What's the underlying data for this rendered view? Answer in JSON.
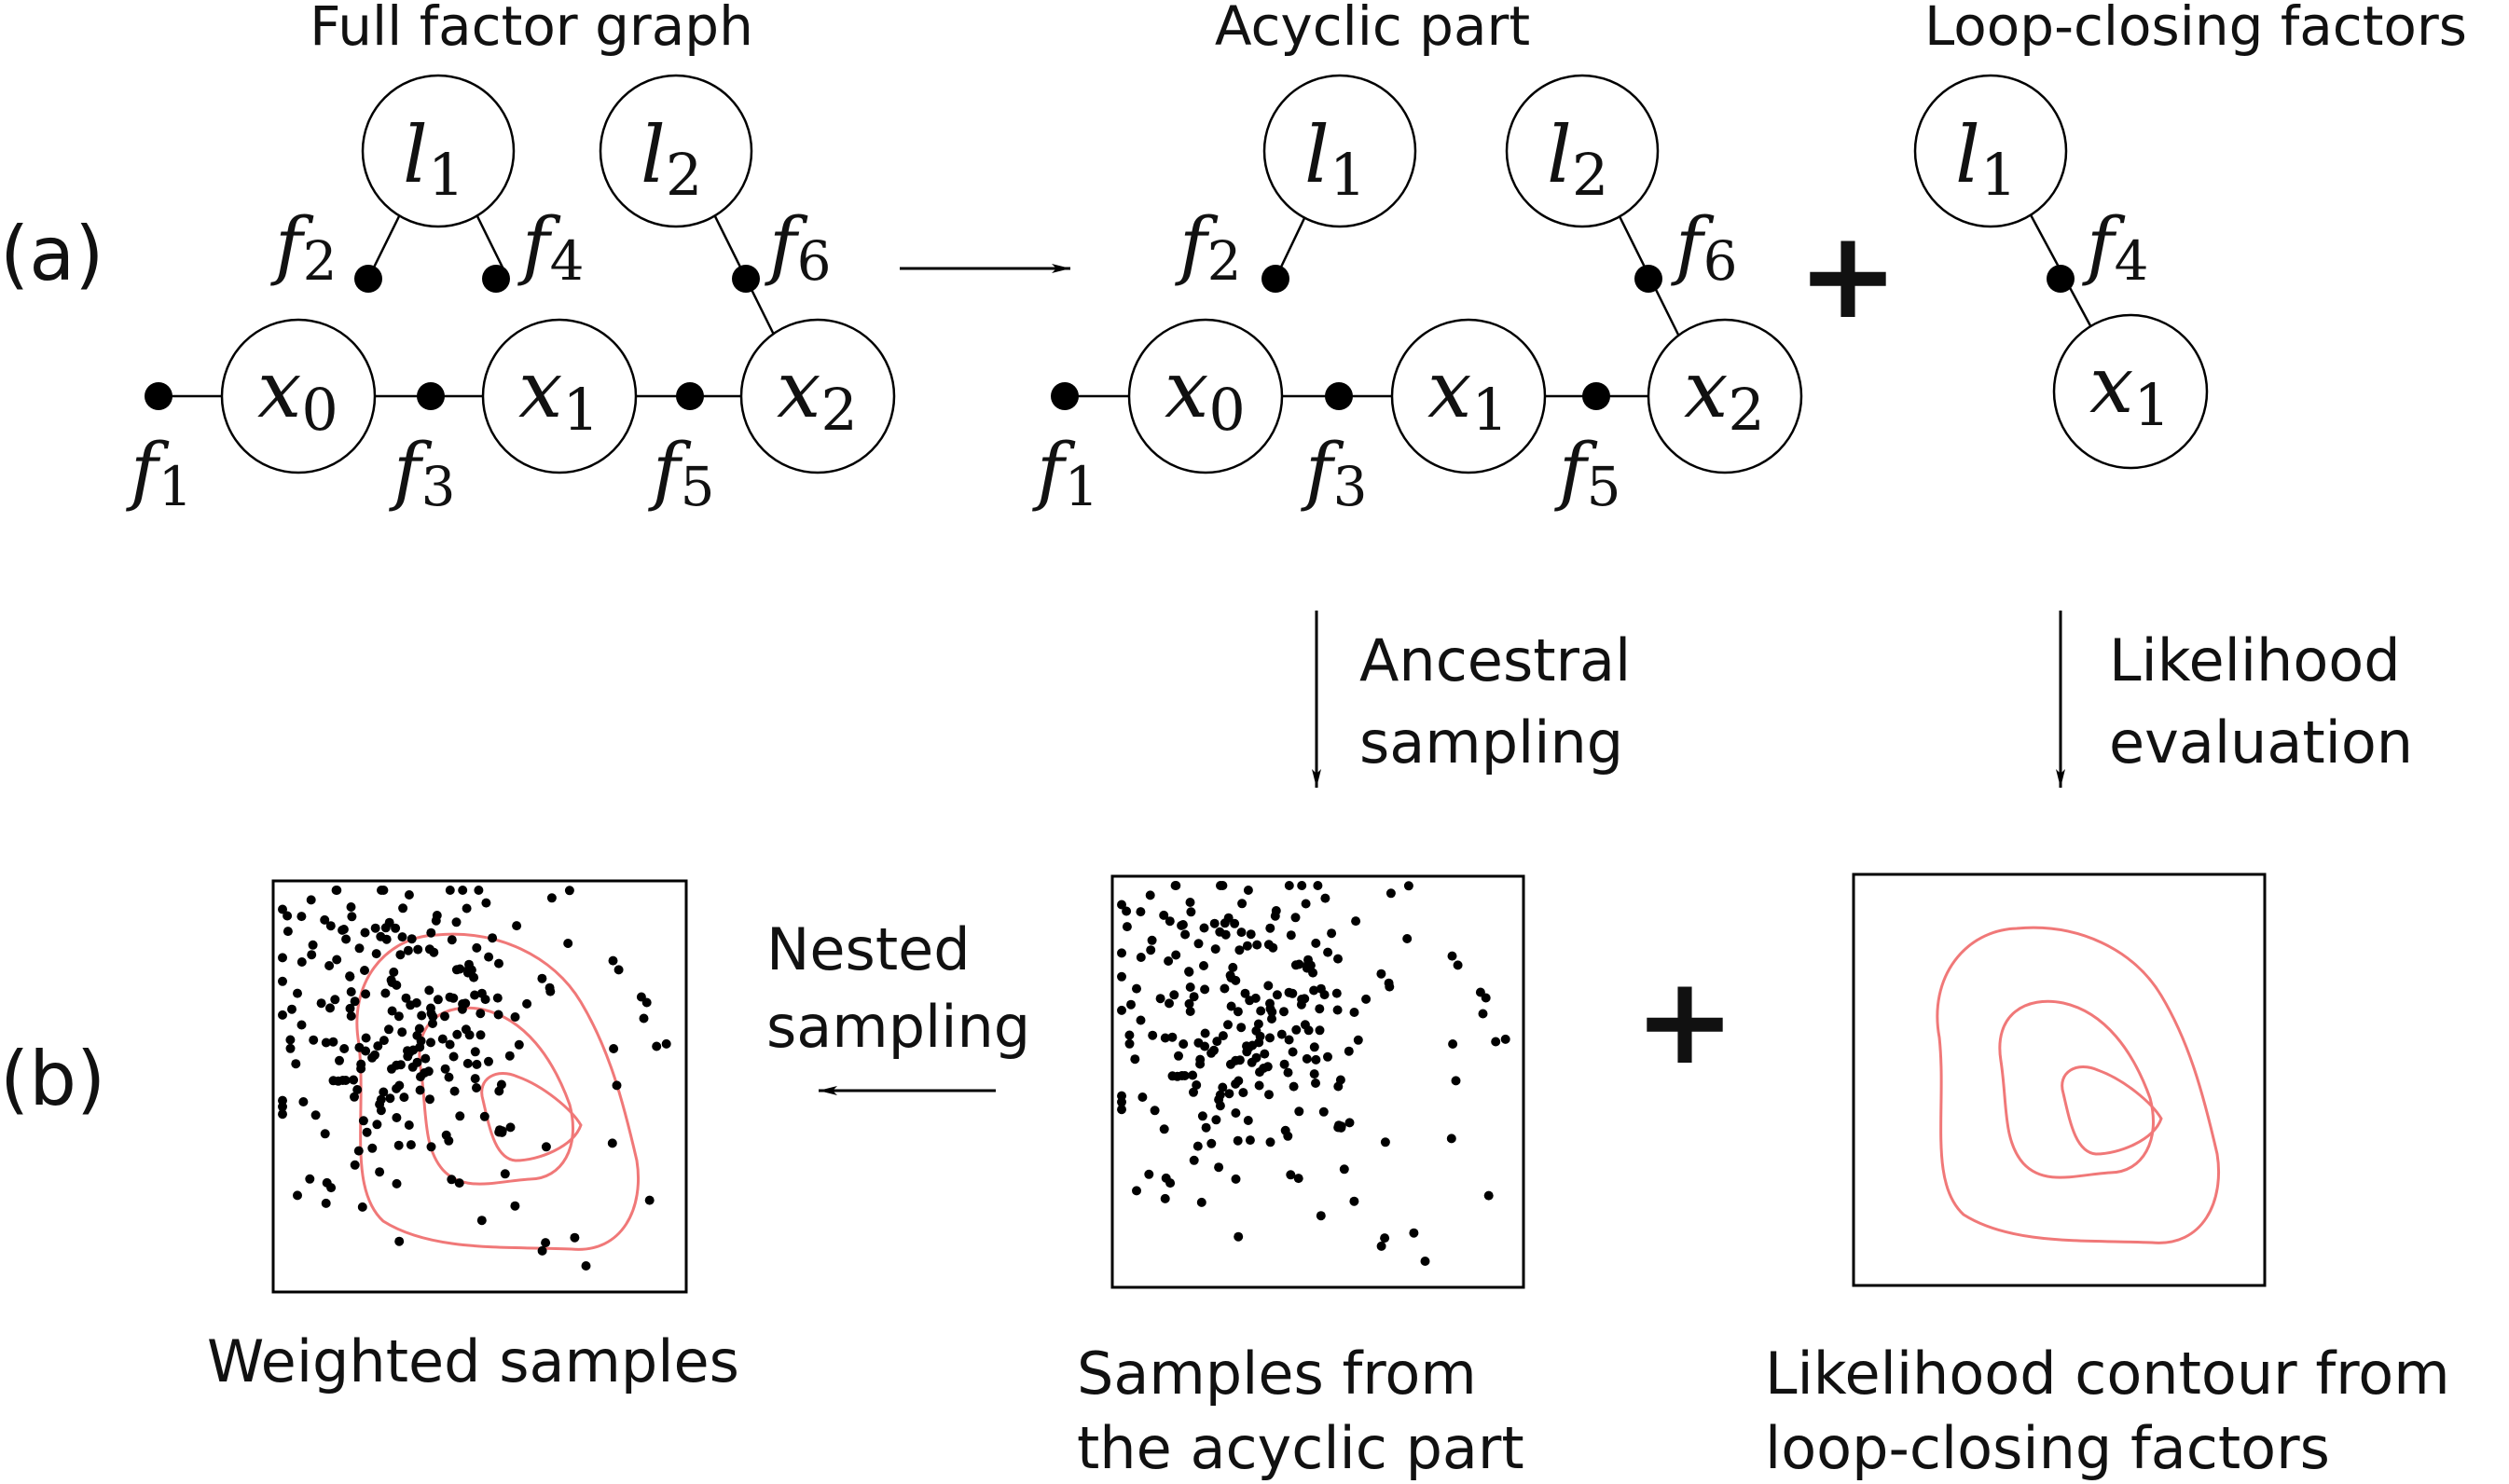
{
  "panel_labels": {
    "a": "(a)",
    "b": "(b)"
  },
  "headings": {
    "full_graph": "Full factor graph",
    "acyclic": "Acyclic part",
    "loop": "Loop-closing factors"
  },
  "operators": {
    "plus_top": "+",
    "plus_bottom": "+"
  },
  "arrows": {
    "ancestral_line1": "Ancestral",
    "ancestral_line2": "sampling",
    "likelihood_line1": "Likelihood",
    "likelihood_line2": "evaluation",
    "nested_line1": "Nested",
    "nested_line2": "sampling"
  },
  "captions": {
    "weighted": "Weighted samples",
    "samples_line1": "Samples from",
    "samples_line2": "the acyclic part",
    "contour_line1": "Likelihood contour from",
    "contour_line2": "loop-closing factors"
  },
  "symbols": {
    "l": "l",
    "x": "x",
    "f": "f",
    "s0": "0",
    "s1": "1",
    "s2": "2",
    "s3": "3",
    "s4": "4",
    "s5": "5",
    "s6": "6"
  },
  "colors": {
    "contour": "#f07878",
    "ink": "#000000"
  }
}
